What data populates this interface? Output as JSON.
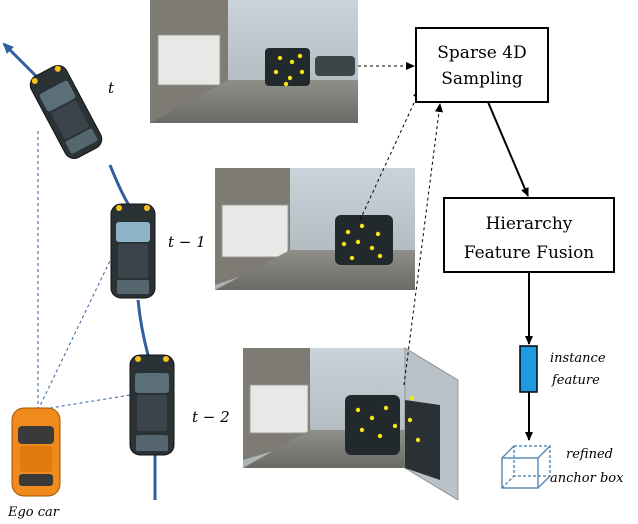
{
  "boxes": {
    "sampling": {
      "line1": "Sparse 4D",
      "line2": "Sampling"
    },
    "fusion": {
      "line1": "Hierarchy",
      "line2": "Feature Fusion"
    }
  },
  "labels": {
    "t": "t",
    "t1": "t − 1",
    "t2": "t − 2",
    "ego": "Ego car",
    "instance1": "instance",
    "instance2": "feature",
    "anchor1": "refined",
    "anchor2": "anchor box"
  },
  "colors": {
    "trajectory": "#2e5f9e",
    "ego_car": "#f08a1c",
    "dark_car": "#2b3236",
    "feature_bar": "#1e9be0",
    "keypoint": "#f5e61a",
    "anchor_box": "#5b8db8"
  }
}
